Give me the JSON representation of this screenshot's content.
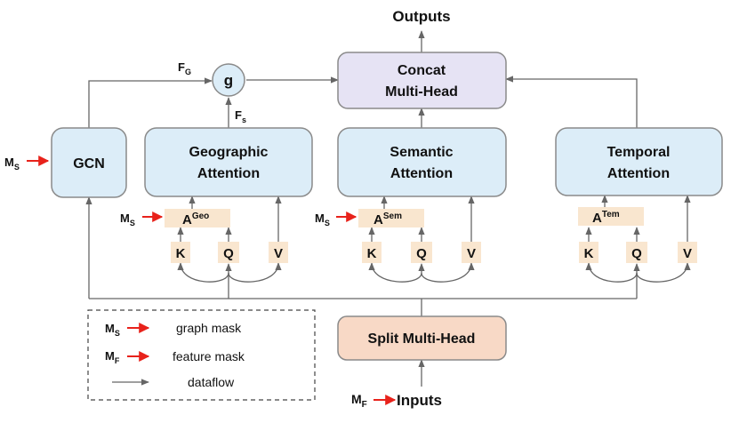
{
  "outputs_label": "Outputs",
  "inputs_label": "Inputs",
  "concat": {
    "line1": "Concat",
    "line2": "Multi-Head"
  },
  "split": {
    "label": "Split Multi-Head"
  },
  "gcn": {
    "label": "GCN"
  },
  "gate": {
    "label": "g"
  },
  "fg": {
    "main": "F",
    "sub": "G"
  },
  "fs": {
    "main": "F",
    "sub": "s"
  },
  "ms": {
    "main": "M",
    "sub": "S"
  },
  "mf": {
    "main": "M",
    "sub": "F"
  },
  "geo": {
    "line1": "Geographic",
    "line2": "Attention",
    "a_main": "A",
    "a_sup": "Geo",
    "k": "K",
    "q": "Q",
    "v": "V"
  },
  "sem": {
    "line1": "Semantic",
    "line2": "Attention",
    "a_main": "A",
    "a_sup": "Sem",
    "k": "K",
    "q": "Q",
    "v": "V"
  },
  "tem": {
    "line1": "Temporal",
    "line2": "Attention",
    "a_main": "A",
    "a_sup": "Tem",
    "k": "K",
    "q": "Q",
    "v": "V"
  },
  "legend": {
    "graph_mask": "graph mask",
    "feature_mask": "feature mask",
    "dataflow": "dataflow"
  },
  "colors": {
    "attention_fill": "#dcedf8",
    "concat_fill": "#e6e3f4",
    "split_fill": "#f8d9c6",
    "small_fill": "#f9e6cf",
    "arrow_gray": "#666666",
    "mask_red": "#e8221b"
  }
}
